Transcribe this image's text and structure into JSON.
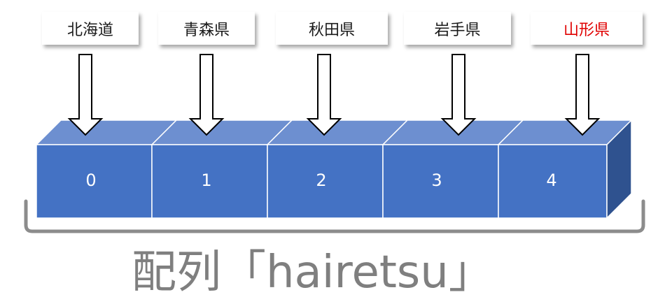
{
  "colors": {
    "cell_front": "#4472C4",
    "cell_top": "#6D8FD0",
    "cell_side": "#2F528F",
    "cell_edge": "#ffffff",
    "highlight_text": "#E00000",
    "bracket": "#8c8c8c",
    "caption": "#7f7f7f"
  },
  "array": {
    "cells": [
      {
        "index": "0",
        "label": "北海道"
      },
      {
        "index": "1",
        "label": "青森県"
      },
      {
        "index": "2",
        "label": "秋田県"
      },
      {
        "index": "3",
        "label": "岩手県"
      },
      {
        "index": "4",
        "label": "山形県",
        "highlighted": true
      }
    ],
    "caption": "配列「hairetsu」"
  }
}
